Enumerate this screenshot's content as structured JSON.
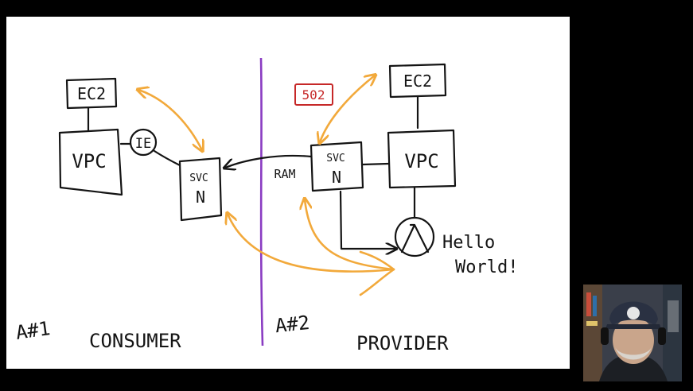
{
  "labels": {
    "ec2_consumer": "EC2",
    "vpc_consumer": "VPC",
    "ie": "IE",
    "svc_consumer_top": "SVC",
    "svc_consumer_bottom": "N",
    "ram": "RAM",
    "svc_provider_top": "SVC",
    "svc_provider_bottom": "N",
    "vpc_provider": "VPC",
    "ec2_provider": "EC2",
    "five_oh_two": "502",
    "hello": "Hello",
    "world": "World!",
    "account1": "A#1",
    "account2": "A#2",
    "consumer": "CONSUMER",
    "provider": "PROVIDER"
  },
  "colors": {
    "ink": "#141414",
    "orange_arrows": "#f2a93b",
    "divider": "#8a3cc2",
    "error_label": "#c62828",
    "whiteboard": "#ffffff",
    "frame": "#000000"
  },
  "webcam": {
    "icon": "person-with-headset-icon"
  }
}
